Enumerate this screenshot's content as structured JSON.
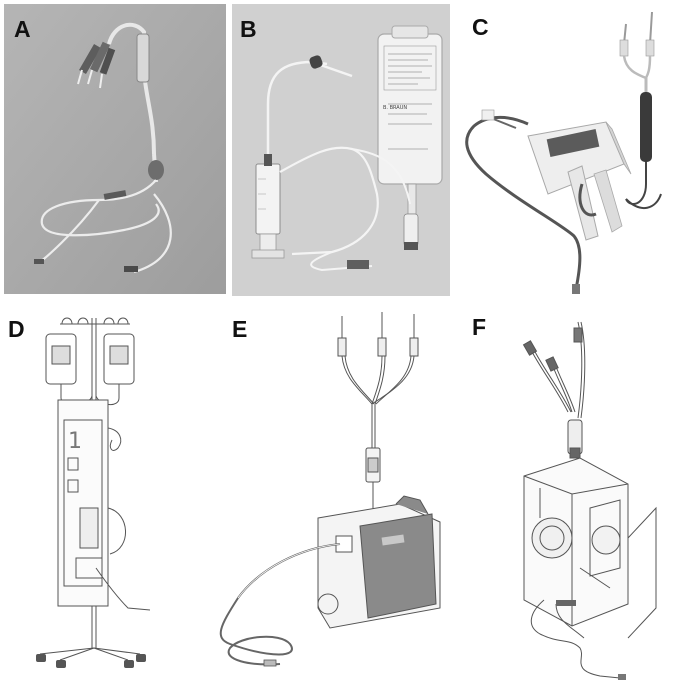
{
  "panels": [
    {
      "label": "A",
      "kind": "photo",
      "bg": "#a8a8a8"
    },
    {
      "label": "B",
      "kind": "photo",
      "bg": "#cfcfcf"
    },
    {
      "label": "C",
      "kind": "render",
      "bg": "#ffffff"
    },
    {
      "label": "D",
      "kind": "drawing",
      "bg": "#ffffff"
    },
    {
      "label": "E",
      "kind": "drawing",
      "bg": "#ffffff"
    },
    {
      "label": "F",
      "kind": "drawing",
      "bg": "#ffffff"
    }
  ],
  "bag": {
    "brand": "B. BRAUN"
  },
  "colors": {
    "tube": "#e6e6e6",
    "tube_dark": "#777777",
    "ink": "#444444",
    "shade": "#8a8a8a"
  }
}
